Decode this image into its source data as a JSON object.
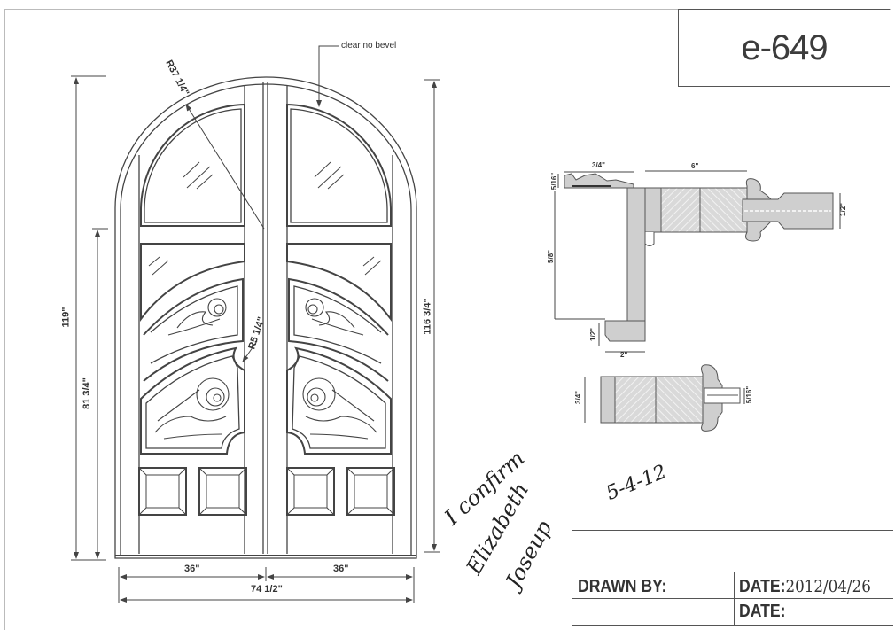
{
  "drawing": {
    "code": "e-649",
    "note_glass": "clear no bevel",
    "dimensions": {
      "overall_height": "119\"",
      "inner_height": "116 3/4\"",
      "lower_height": "81 3/4\"",
      "left_width": "36\"",
      "right_width": "36\"",
      "overall_width": "74 1/2\"",
      "arch_radius": "R37 1/4\"",
      "panel_radius": "R5 1/4\""
    },
    "section_labels": {
      "top_moulding_width": "3/4\"",
      "top_moulding_height": "5/16\"",
      "door_thickness": "6\"",
      "rail_dim": "1/2\"",
      "jamb_depth": "5/8\"",
      "sill_height": "1/2\"",
      "sill_width": "2\"",
      "panel_thickness": "3/4\"",
      "glass_thickness": "5/16\""
    }
  },
  "handwriting": {
    "line1": "I confirm",
    "line2": "Elizabeth",
    "line3": "Joseup",
    "date": "5-4-12"
  },
  "title_block": {
    "drawn_by_label": "DRAWN BY:",
    "date_label_1": "DATE:",
    "date_value_1": "2012/04/26",
    "date_label_2": "DATE:"
  }
}
